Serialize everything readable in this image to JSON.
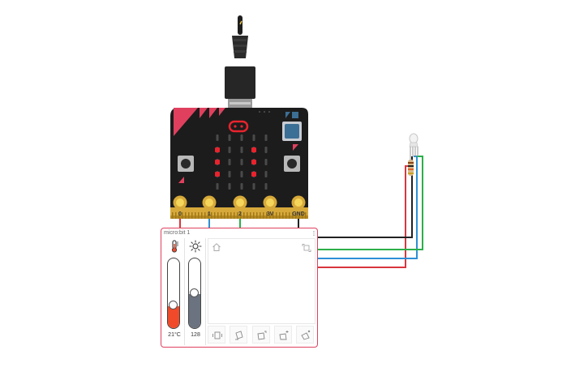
{
  "board": {
    "pins": [
      "0",
      "1",
      "2",
      "3V",
      "GND"
    ],
    "led_matrix": [
      [
        0,
        0,
        0,
        0,
        0
      ],
      [
        1,
        0,
        0,
        1,
        0
      ],
      [
        1,
        0,
        0,
        1,
        0
      ],
      [
        1,
        0,
        0,
        1,
        0
      ],
      [
        0,
        0,
        0,
        0,
        0
      ]
    ],
    "led_on_color": "#e8232d",
    "led_off_color": "#4a4a4a",
    "board_color": "#1c1c1c",
    "accent_color": "#e0405e"
  },
  "wires": {
    "pin0_color": "#d9363e",
    "pin1_color": "#2e8fd6",
    "pin2_color": "#2bb04a",
    "gnd_color": "#222222"
  },
  "simulator": {
    "title": "micro:bit 1",
    "temperature_value": "21°C",
    "temperature_level": 0.32,
    "light_value": "128",
    "light_level": 0.5,
    "temp_fill_color": "#f04a2a",
    "light_fill_color": "#6b7280",
    "gestures": [
      "shake-icon",
      "tilt-left-icon",
      "tilt-right-icon",
      "face-up-icon",
      "face-down-icon"
    ]
  }
}
